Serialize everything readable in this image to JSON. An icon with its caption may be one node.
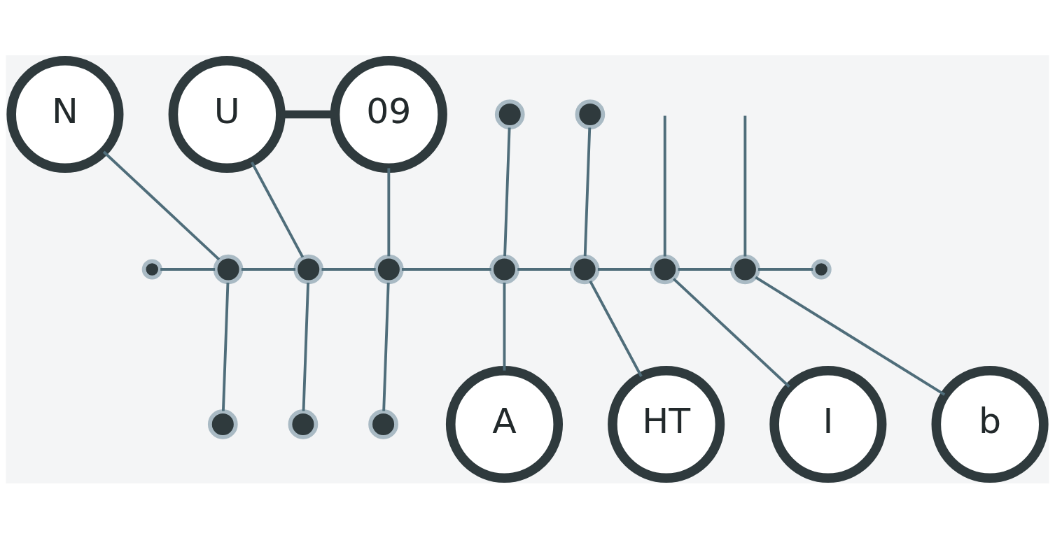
{
  "diagram": {
    "nodes": [
      {
        "text": [
          "N"
        ]
      },
      {
        "text": [
          "U"
        ]
      },
      {
        "text": [
          "09"
        ]
      },
      {
        "text": [],
        "shape": "circle"
      },
      {
        "text": [],
        "shape": "circle"
      },
      {
        "text": [],
        "shape": "circle"
      },
      {
        "text": [],
        "shape": "circle"
      },
      {
        "text": [],
        "shape": "circle"
      },
      {
        "text": [],
        "shape": "circle"
      },
      {
        "text": [],
        "shape": "circle"
      },
      {
        "text": [],
        "shape": "circle"
      },
      {
        "text": [],
        "shape": "circle"
      },
      {
        "text": [],
        "shape": "circle"
      },
      {
        "text": [],
        "shape": "circle"
      },
      {
        "text": [
          "A"
        ]
      },
      {
        "text": [
          "HT"
        ]
      },
      {
        "text": [
          "I"
        ]
      },
      {
        "text": [
          "b"
        ]
      },
      {
        "text": [],
        "shape": "circle"
      },
      {
        "text": [],
        "shape": "circle"
      },
      {
        "text": [],
        "shape": "circle"
      }
    ],
    "edges": [
      {
        "from": 5,
        "to": 6,
        "arrow": "none"
      },
      {
        "from": 6,
        "to": 7,
        "arrow": "none"
      },
      {
        "from": 7,
        "to": 8,
        "arrow": "none"
      },
      {
        "from": 8,
        "to": 9,
        "arrow": "none"
      },
      {
        "from": 9,
        "to": 10,
        "arrow": "none"
      },
      {
        "from": 10,
        "to": 11,
        "arrow": "none"
      },
      {
        "from": 11,
        "to": 12,
        "arrow": "none"
      },
      {
        "from": 12,
        "to": 13,
        "arrow": "none"
      },
      {
        "from": 0,
        "to": 6,
        "arrow": "none"
      },
      {
        "from": 6,
        "to": 18,
        "arrow": "none"
      },
      {
        "from": 1,
        "to": 7,
        "arrow": "none"
      },
      {
        "from": 7,
        "to": 19,
        "arrow": "none"
      },
      {
        "from": 2,
        "to": 8,
        "arrow": "none"
      },
      {
        "from": 8,
        "to": 20,
        "arrow": "none"
      },
      {
        "from": 3,
        "to": 9,
        "arrow": "none"
      },
      {
        "from": 9,
        "to": 14,
        "arrow": "none"
      },
      {
        "from": 4,
        "to": 10,
        "arrow": "none"
      },
      {
        "from": 10,
        "to": 15,
        "arrow": "none"
      },
      {
        "from": null,
        "to": 11,
        "arrow": "none"
      },
      {
        "from": 11,
        "to": 16,
        "arrow": "none"
      },
      {
        "from": null,
        "to": 12,
        "arrow": "none"
      },
      {
        "from": 12,
        "to": 17,
        "arrow": "none"
      },
      {
        "from": 1,
        "to": 2,
        "arrow": "none",
        "style": "thick",
        "color": "#2f3a3d"
      }
    ]
  }
}
